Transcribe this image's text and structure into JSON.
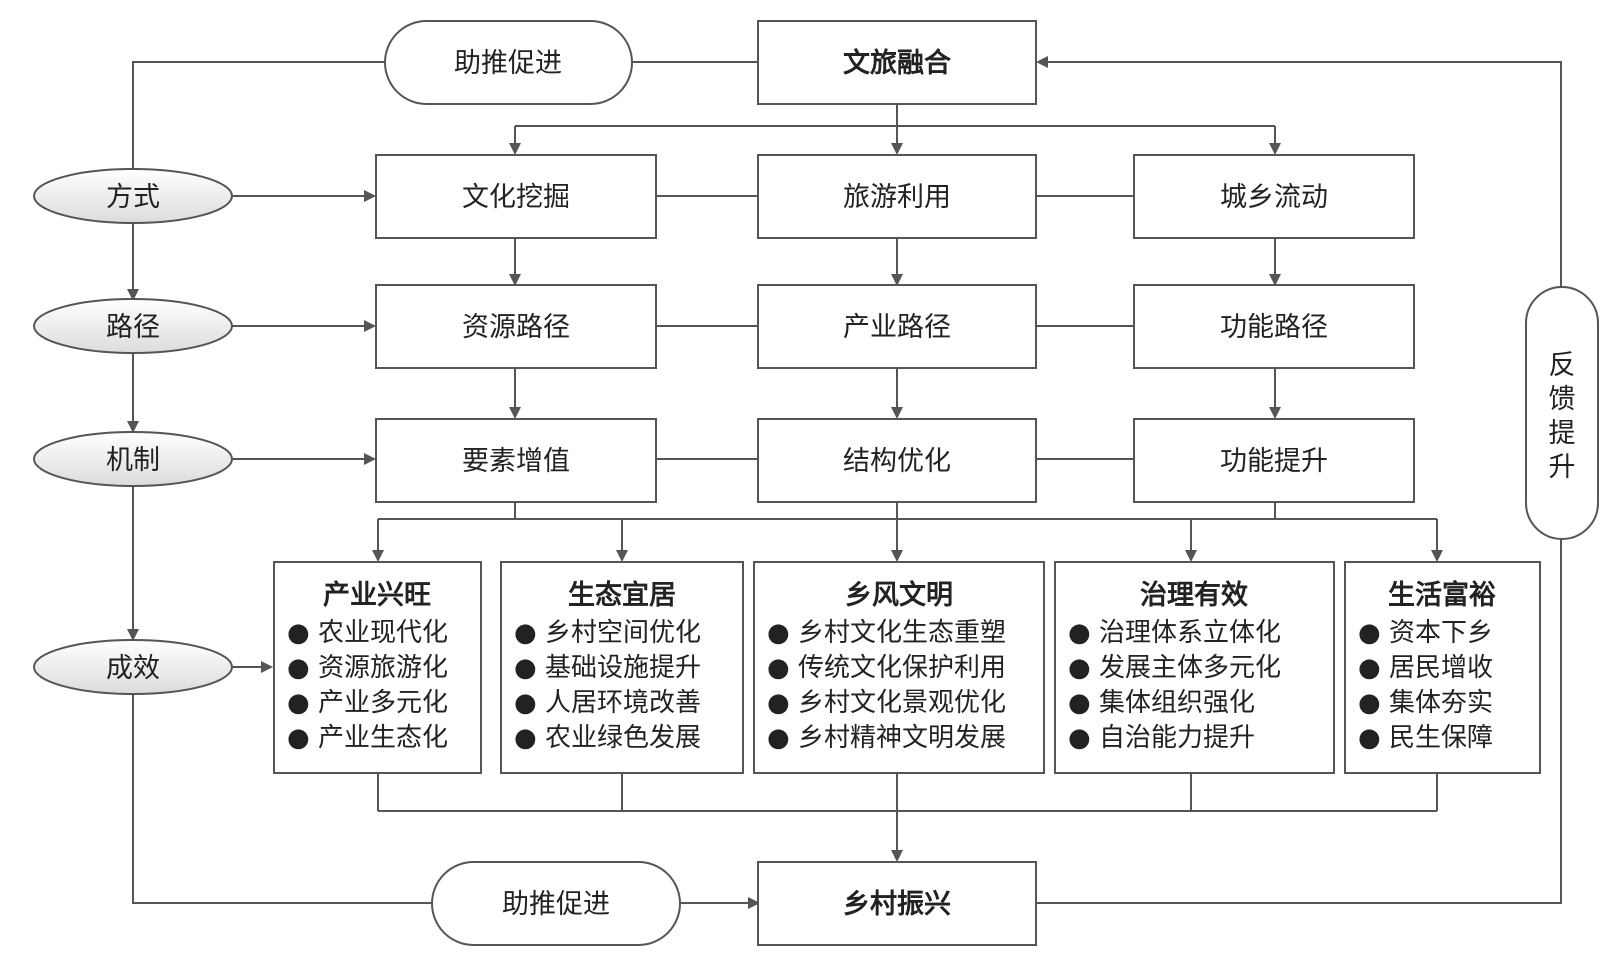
{
  "top": {
    "title": "文旅融合",
    "promote_label": "助推促进"
  },
  "bottom": {
    "title": "乡村振兴",
    "promote_label": "助推促进"
  },
  "feedback": {
    "chars": [
      "反",
      "馈",
      "提",
      "升"
    ]
  },
  "left_labels": {
    "mode": "方式",
    "path": "路径",
    "mechanism": "机制",
    "effect": "成效"
  },
  "rows": {
    "mode": [
      "文化挖掘",
      "旅游利用",
      "城乡流动"
    ],
    "path": [
      "资源路径",
      "产业路径",
      "功能路径"
    ],
    "mechanism": [
      "要素增值",
      "结构优化",
      "功能提升"
    ]
  },
  "effects": [
    {
      "title": "产业兴旺",
      "items": [
        "农业现代化",
        "资源旅游化",
        "产业多元化",
        "产业生态化"
      ]
    },
    {
      "title": "生态宜居",
      "items": [
        "乡村空间优化",
        "基础设施提升",
        "人居环境改善",
        "农业绿色发展"
      ]
    },
    {
      "title": "乡风文明",
      "items": [
        "乡村文化生态重塑",
        "传统文化保护利用",
        "乡村文化景观优化",
        "乡村精神文明发展"
      ]
    },
    {
      "title": "治理有效",
      "items": [
        "治理体系立体化",
        "发展主体多元化",
        "集体组织强化",
        "自治能力提升"
      ]
    },
    {
      "title": "生活富裕",
      "items": [
        "资本下乡",
        "居民增收",
        "集体夯实",
        "民生保障"
      ]
    }
  ]
}
